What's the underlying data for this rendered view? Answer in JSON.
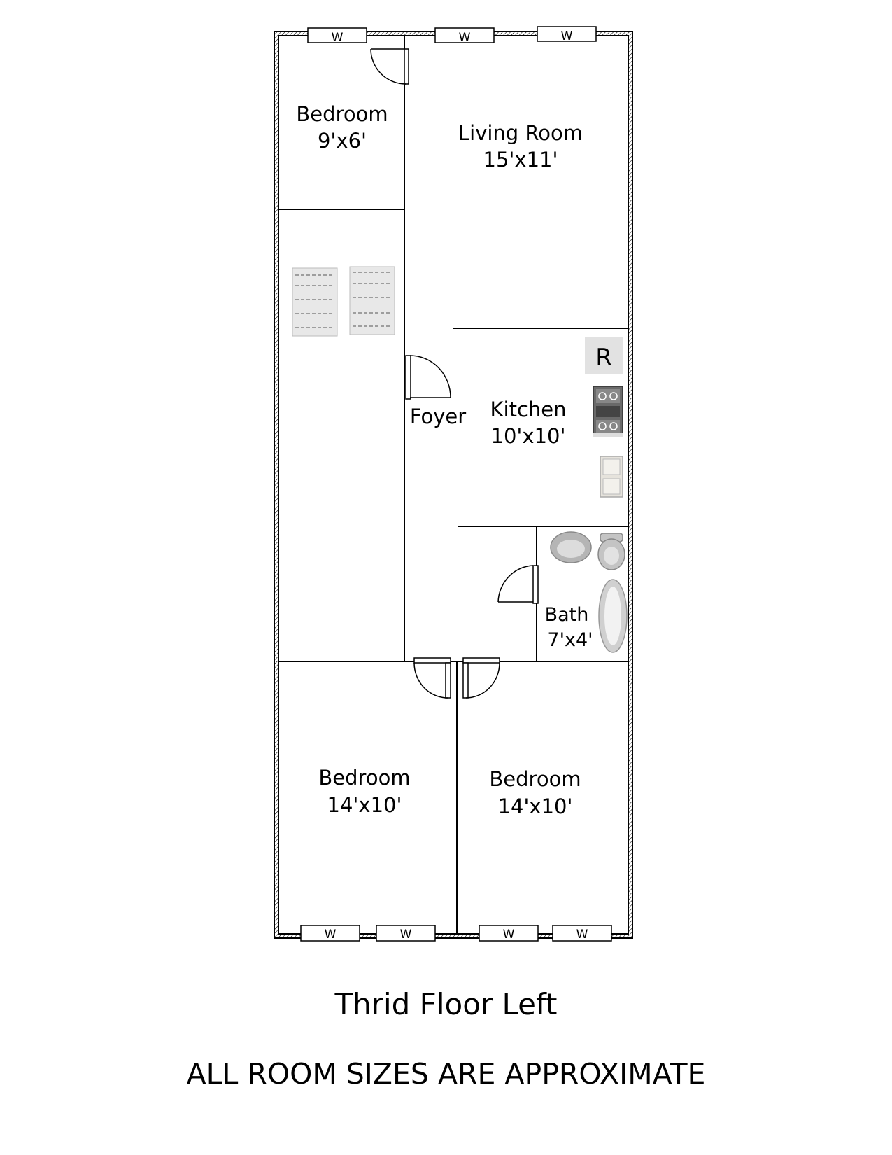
{
  "rooms": {
    "bedroom_small": {
      "name": "Bedroom",
      "size": "9'x6'"
    },
    "living_room": {
      "name": "Living Room",
      "size": "15'x11'"
    },
    "foyer": {
      "name": "Foyer"
    },
    "kitchen": {
      "name": "Kitchen",
      "size": "10'x10'"
    },
    "bath": {
      "name": "Bath",
      "size": "7'x4'"
    },
    "bedroom_left": {
      "name": "Bedroom",
      "size": "14'x10'"
    },
    "bedroom_right": {
      "name": "Bedroom",
      "size": "14'x10'"
    }
  },
  "windows": {
    "label": "W"
  },
  "appliances": {
    "refrigerator_label": "R"
  },
  "title": "Thrid Floor Left",
  "note": "ALL ROOM SIZES ARE APPROXIMATE"
}
